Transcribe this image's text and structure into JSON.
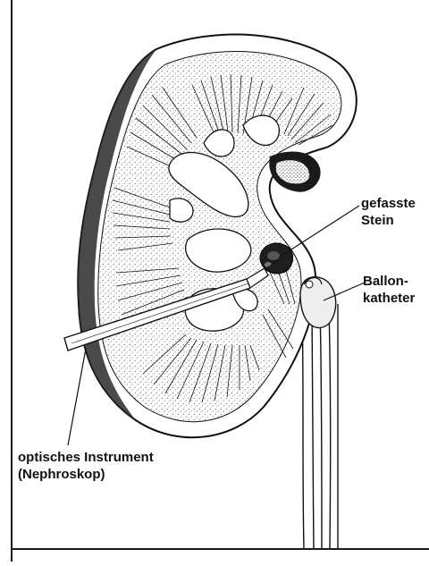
{
  "labels": {
    "stone": {
      "line1": "gefasste",
      "line2": "Stein"
    },
    "balloon": {
      "line1": "Ballon-",
      "line2": "katheter"
    },
    "scope": {
      "line1": "optisches Instrument",
      "line2": "(Nephroskop)"
    }
  },
  "colors": {
    "ink": "#111111",
    "paper": "#ffffff",
    "shade": "#2a2a2a"
  }
}
